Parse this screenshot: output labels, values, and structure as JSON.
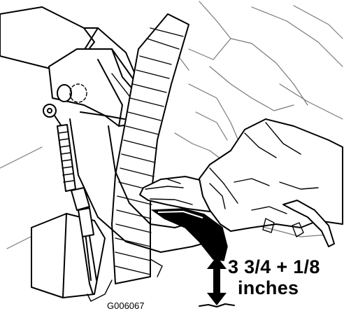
{
  "figure": {
    "measurement_line1": "3 3/4 + 1/8",
    "measurement_line2": "inches",
    "figure_id": "G006067",
    "colors": {
      "line": "#000000",
      "background_line": "#7a7a7a",
      "paper": "#ffffff"
    },
    "icons": [
      "double-headed-arrow-icon"
    ]
  }
}
